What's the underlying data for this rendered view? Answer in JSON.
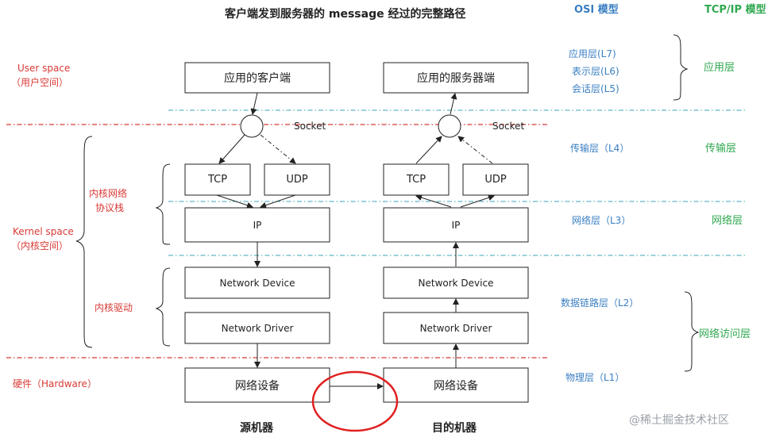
{
  "title": "客户端发到服务器的  message 经过的完整路径",
  "headers": {
    "osi": "OSI 模型",
    "tcpip": "TCP/IP 模型"
  },
  "spaces": {
    "user_space": [
      "User space",
      "（用户空间）"
    ],
    "kernel_space": [
      "Kernel space",
      "（内核空间）"
    ],
    "kernel_stack": [
      "内核网络",
      "协议栈"
    ],
    "kernel_driver": "内核驱动",
    "hardware": "硬件（Hardware）"
  },
  "source": {
    "app": "应用的客户端",
    "socket": "Socket",
    "tcp": "TCP",
    "udp": "UDP",
    "ip": "IP",
    "net_device": "Network Device",
    "net_driver": "Network Driver",
    "hw": "网络设备",
    "caption": "源机器"
  },
  "target": {
    "app": "应用的服务器端",
    "socket": "Socket",
    "tcp": "TCP",
    "udp": "UDP",
    "ip": "IP",
    "net_device": "Network Device",
    "net_driver": "Network Driver",
    "hw": "网络设备",
    "caption": "目的机器"
  },
  "osi_layers": {
    "l7": "应用层(L7)",
    "l6": "表示层(L6)",
    "l5": "会话层(L5)",
    "l4": "传输层（L4）",
    "l3": "网络层（L3）",
    "l2": "数据链路层（L2）",
    "l1": "物理层（L1）"
  },
  "tcpip_layers": {
    "app": "应用层",
    "transport": "传输层",
    "network": "网络层",
    "access": "网络访问层"
  },
  "watermark": "@稀土掘金技术社区",
  "colors": {
    "red": "#d83a36",
    "blue": "#3a7fc2",
    "green": "#2fa84f",
    "teal_dash": "#3aa6b8"
  }
}
